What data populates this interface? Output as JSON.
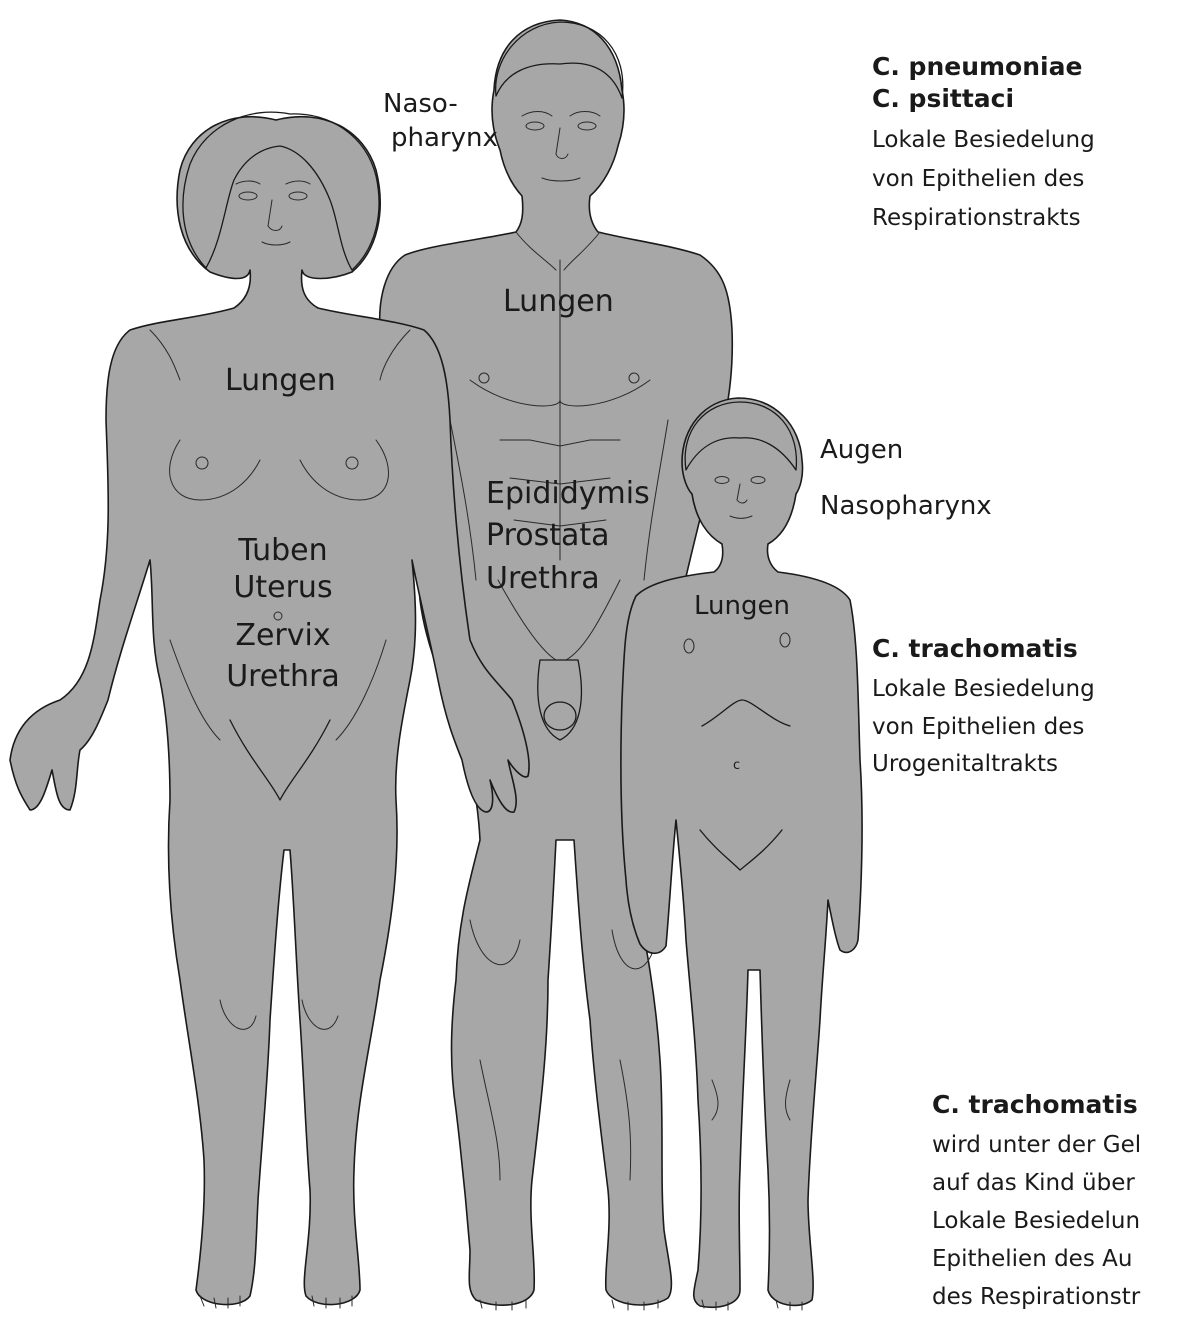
{
  "figure": {
    "woman": {
      "lungs": "Lungen",
      "organs": [
        "Tuben",
        "Uterus",
        "Zervix",
        "Urethra"
      ]
    },
    "man": {
      "nasopharynx": [
        "Naso-",
        "pharynx"
      ],
      "lungs": "Lungen",
      "organs": [
        "Epididymis",
        "Prostata",
        "Urethra"
      ]
    },
    "child": {
      "eyes": "Augen",
      "nasopharynx": "Nasopharynx",
      "lungs": "Lungen",
      "navel_mark": "c"
    }
  },
  "legend": {
    "respiratory": {
      "species": [
        "C. pneumoniae",
        "C. psittaci"
      ],
      "description": [
        "Lokale Besiedelung",
        "von Epithelien des",
        "Respirationstrakts"
      ]
    },
    "urogenital": {
      "species": "C. trachomatis",
      "description": [
        "Lokale Besiedelung",
        "von Epithelien des",
        "Urogenitaltrakts"
      ]
    },
    "perinatal": {
      "species": "C. trachomatis",
      "description": [
        "wird unter der Gel",
        "auf das Kind über",
        "Lokale Besiedelun",
        "Epithelien des Au",
        "des Respirationstr"
      ]
    }
  },
  "colors": {
    "body_fill": "#a7a7a7",
    "outline": "#1a1a1a",
    "background": "#ffffff"
  }
}
